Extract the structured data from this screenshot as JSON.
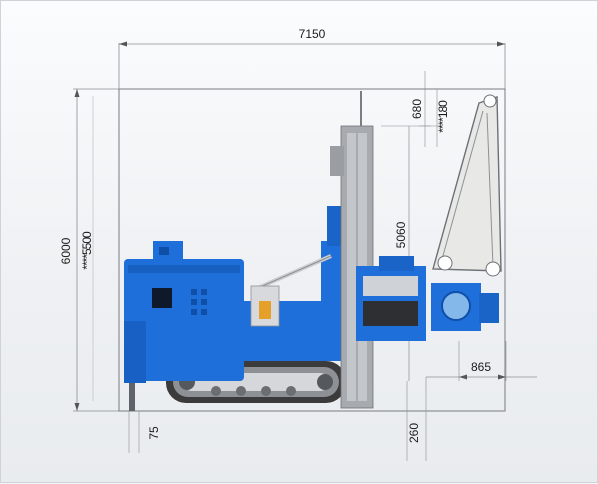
{
  "dimensions": {
    "overall_width": "7150",
    "overall_height": "6000",
    "height_starred": "****5500",
    "mast_top_offset": "680",
    "mast_top_starred": "****180",
    "mast_length": "5060",
    "right_overhang": "865",
    "bottom_offset": "260",
    "left_offset": "75"
  },
  "colors": {
    "machine_blue": "#1e6fd9",
    "machine_blue_dark": "#0f4fa8",
    "frame_lines": "#777b80",
    "dimension_lines": "#8a8e93",
    "tracks": "#3b3b3b",
    "mast_grey": "#a7abaf",
    "boom_light": "#e8e8e6"
  }
}
